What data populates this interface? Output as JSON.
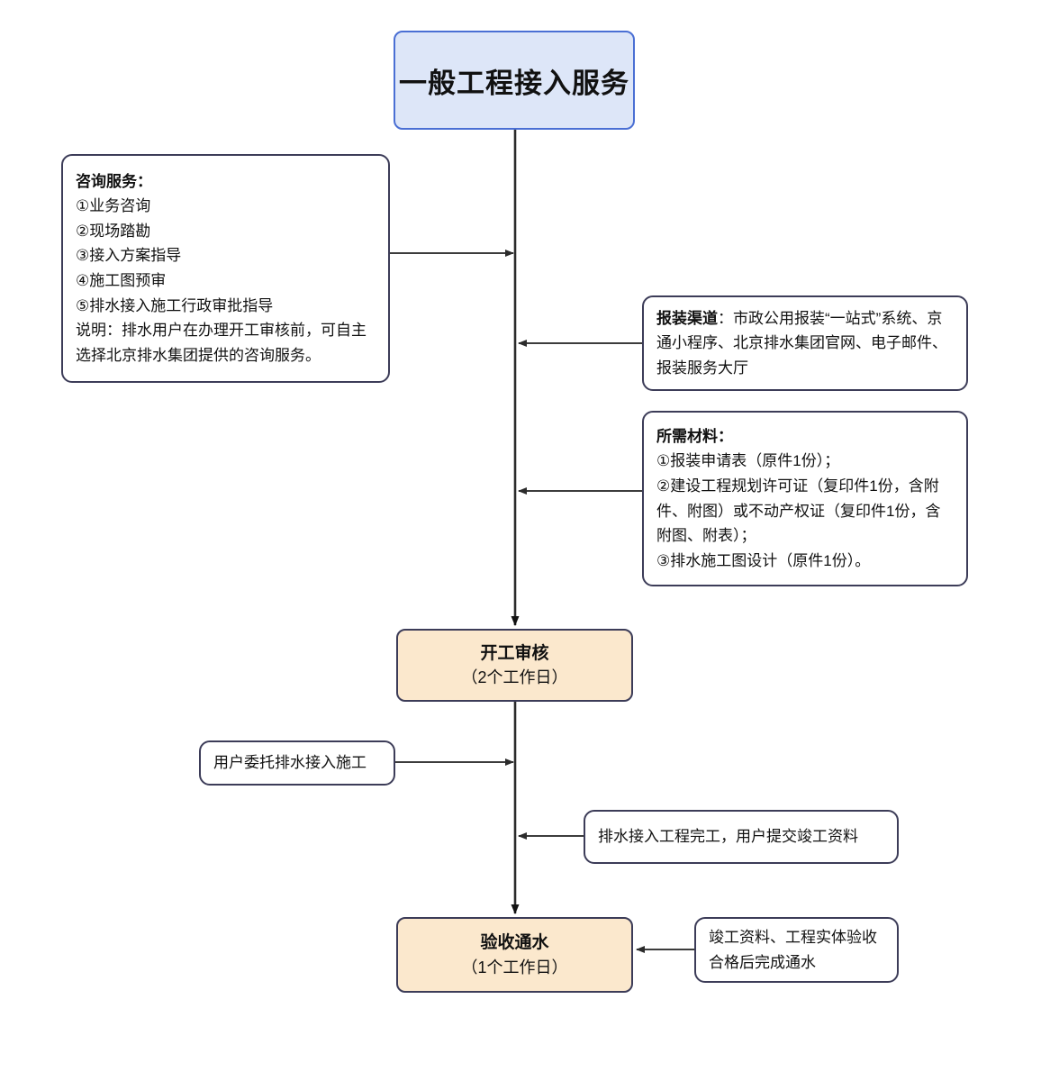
{
  "diagram": {
    "title_box": {
      "label": "一般工程接入服务"
    },
    "consult_box": {
      "heading": "咨询服务：",
      "items": [
        "①业务咨询",
        "②现场踏勘",
        "③接入方案指导",
        "④施工图预审",
        "⑤排水接入施工行政审批指导"
      ],
      "note": "说明：排水用户在办理开工审核前，可自主选择北京排水集团提供的咨询服务。"
    },
    "channels_box": {
      "heading": "报装渠道",
      "body": "：市政公用报装“一站式”系统、京通小程序、北京排水集团官网、电子邮件、报装服务大厅"
    },
    "materials_box": {
      "heading": "所需材料：",
      "items": [
        "①报装申请表（原件1份）；",
        "②建设工程规划许可证（复印件1份，含附件、附图）或不动产权证（复印件1份，含附图、附表）；",
        "③排水施工图设计（原件1份）。"
      ]
    },
    "review_box": {
      "title": "开工审核",
      "duration": "（2个工作日）"
    },
    "entrust_box": {
      "label": "用户委托排水接入施工"
    },
    "complete_box": {
      "label": "排水接入工程完工，用户提交竣工资料"
    },
    "accept_box": {
      "title": "验收通水",
      "duration": "（1个工作日）"
    },
    "accept_note_box": {
      "line1": "竣工资料、工程实体验收",
      "line2": "合格后完成通水"
    },
    "colors": {
      "title_fill": "#dde6f8",
      "title_border": "#4a6fd4",
      "process_fill": "#fbe8cd",
      "process_border": "#3c3c58",
      "note_border": "#3c3c58",
      "connector": "#3c3c3c",
      "background": "#ffffff"
    }
  }
}
